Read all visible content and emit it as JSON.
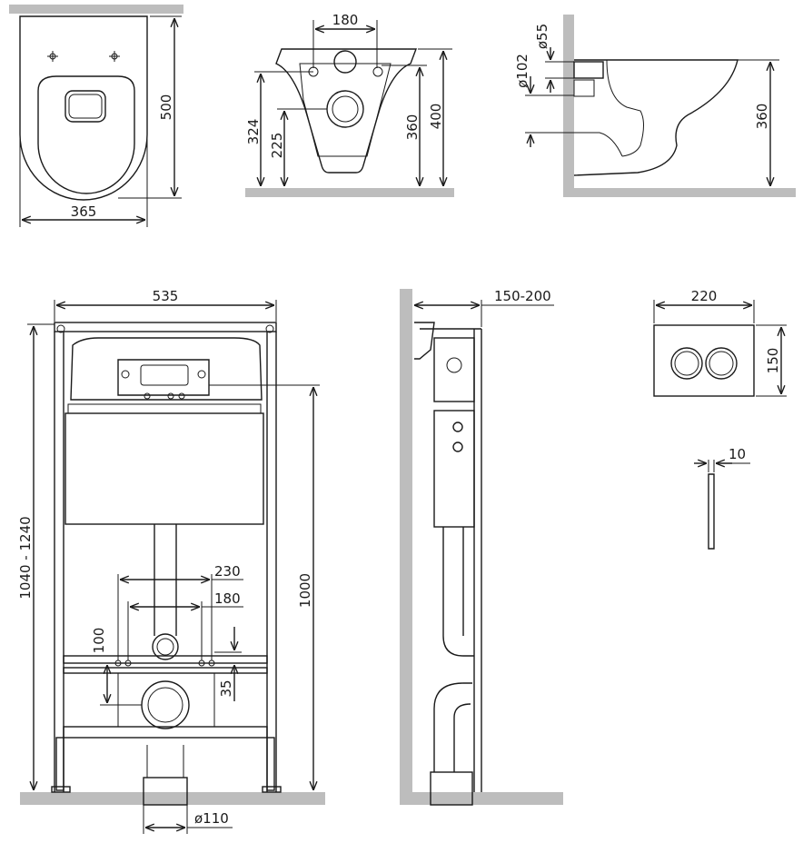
{
  "seat_top": {
    "height": "500",
    "width": "365"
  },
  "bowl_front": {
    "width": "180",
    "h_outlet": "324",
    "h_inlet": "225",
    "h_rim": "360",
    "h_total": "400"
  },
  "bowl_side": {
    "d_inlet": "ø55",
    "d_outlet": "ø102",
    "h_rim": "360"
  },
  "frame_front": {
    "width": "535",
    "height_adjust": "1040 - 1240",
    "height_fix": "1000",
    "bolt_outer": "230",
    "bolt_inner": "180",
    "bolt_v1": "100",
    "bolt_v2": "35",
    "d_drain": "ø110"
  },
  "frame_side": {
    "depth": "150-200"
  },
  "flush_plate": {
    "width": "220",
    "height": "150",
    "thickness": "10"
  }
}
